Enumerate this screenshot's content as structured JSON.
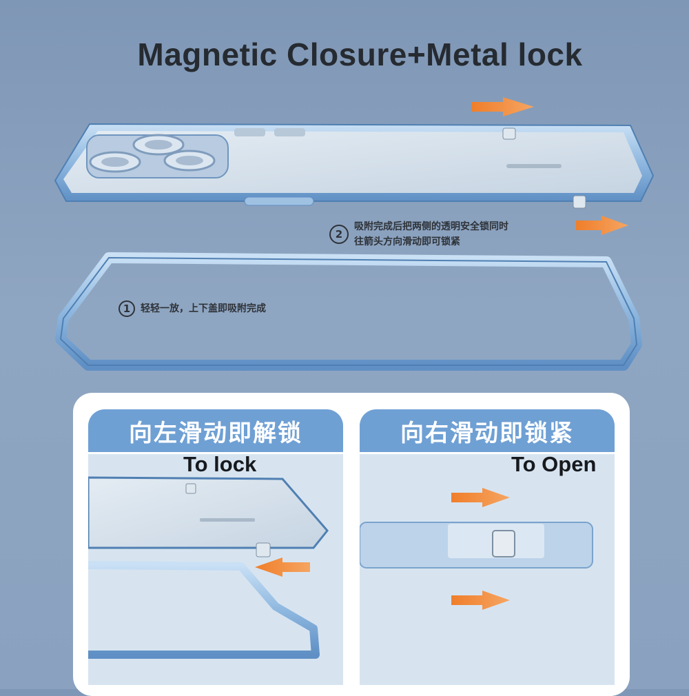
{
  "title": "Magnetic Closure+Metal lock",
  "steps": [
    {
      "number": "1",
      "text": "轻轻一放，上下盖即吸附完成"
    },
    {
      "number": "2",
      "lines": [
        "吸附完成后把两侧的透明安全锁同时",
        "往箭头方向滑动即可锁紧"
      ]
    }
  ],
  "panels": {
    "left": {
      "header": "向左滑动即解锁",
      "label": "To lock"
    },
    "right": {
      "header": "向右滑动即锁紧",
      "label": "To Open"
    }
  },
  "colors": {
    "accent": "#f07e2a",
    "frame": "#9cc3e6",
    "header": "#6fa0d4"
  }
}
